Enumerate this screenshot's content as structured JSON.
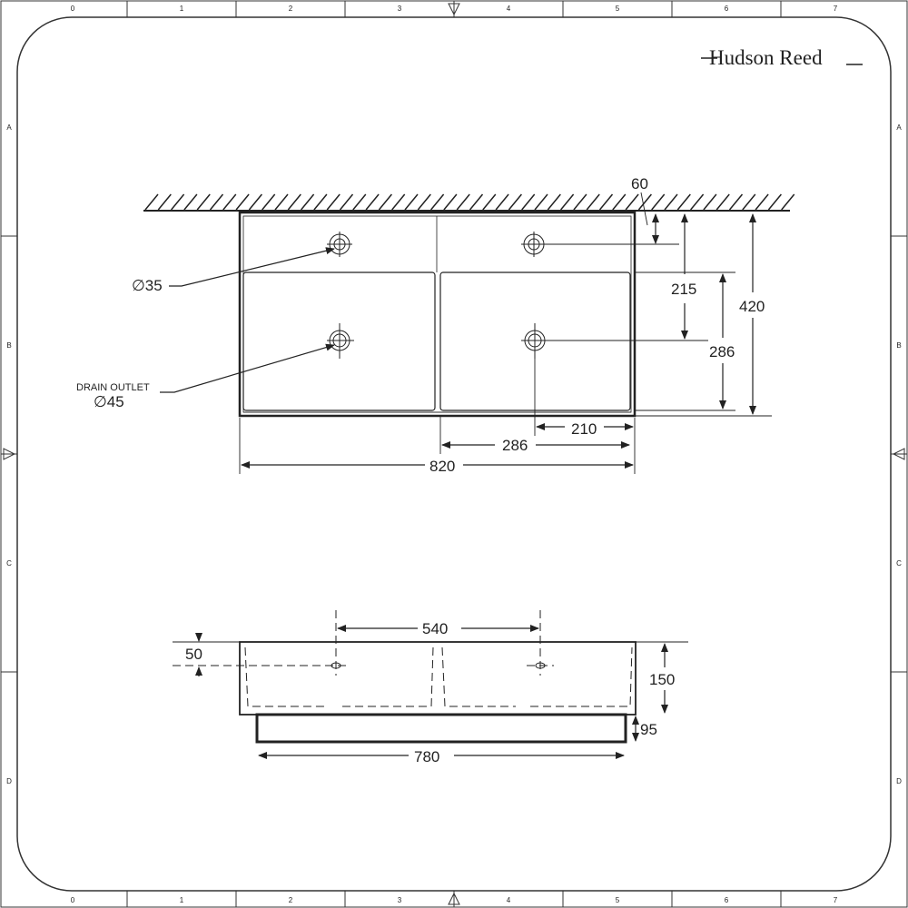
{
  "brand": "Hudson Reed",
  "grid": {
    "columns": [
      "0",
      "1",
      "2",
      "3",
      "4",
      "5",
      "6",
      "7"
    ],
    "rows": [
      "A",
      "B",
      "C",
      "D"
    ]
  },
  "plan_view": {
    "tap_hole_label": "∅35",
    "drain_label_line1": "DRAIN OUTLET",
    "drain_label_line2": "∅45",
    "dims": {
      "tap_from_wall": "60",
      "drain_from_wall": "215",
      "bowl_depth": "286",
      "total_depth": "420",
      "drain_from_edge": "210",
      "bowl_width": "286",
      "total_width": "820"
    }
  },
  "front_view": {
    "dims": {
      "overflow_spacing": "540",
      "overflow_from_top": "50",
      "basin_height": "150",
      "plinth_height": "95",
      "plinth_width": "780"
    }
  }
}
